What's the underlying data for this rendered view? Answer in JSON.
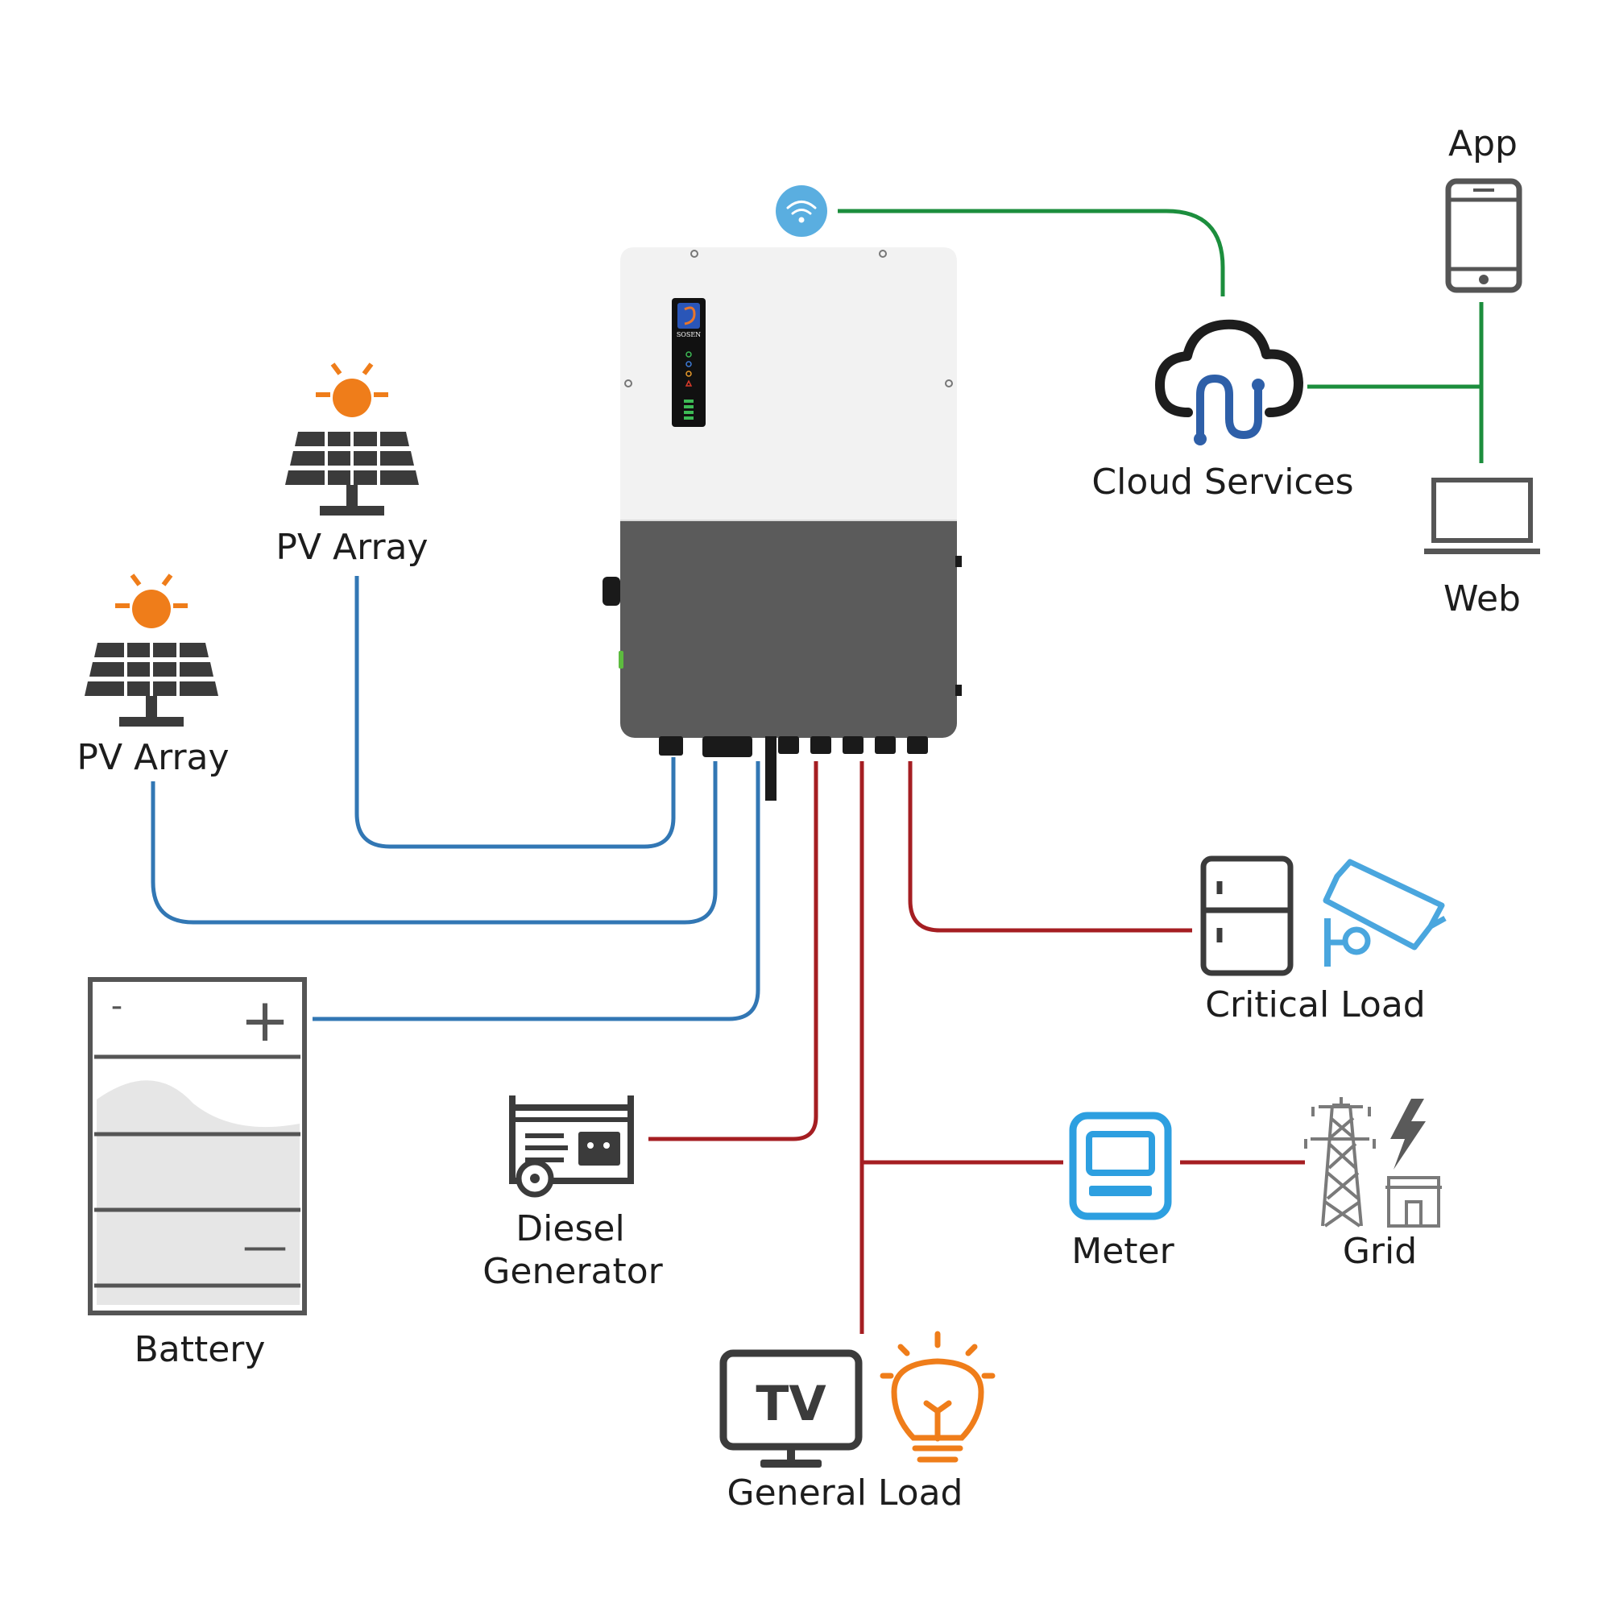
{
  "labels": {
    "pv_array_1": "PV Array",
    "pv_array_2": "PV Array",
    "battery": "Battery",
    "diesel_line1": "Diesel",
    "diesel_line2": "Generator",
    "general_load": "General Load",
    "critical_load": "Critical Load",
    "meter": "Meter",
    "grid": "Grid",
    "cloud_services": "Cloud Services",
    "app": "App",
    "web": "Web"
  },
  "inverter": {
    "brand": "SOSEN"
  },
  "tv_icon_text": "TV",
  "battery_terminals": {
    "minus_top": "-",
    "plus": "+",
    "minus": "—"
  },
  "colors": {
    "dc_line": "#3277b4",
    "ac_line": "#a51e22",
    "network_line": "#1c8e3d",
    "wifi_badge": "#5aaee0",
    "sun": "#ef7d1a",
    "icon_dark": "#3b3b3b",
    "meter_blue": "#2d9fe0",
    "camera_blue": "#4aa6de",
    "cloud_blue": "#2e5fa8",
    "inverter_body_top": "#f2f2f2",
    "inverter_body_bottom": "#5b5b5b"
  },
  "icons": {
    "wifi": "wifi-icon",
    "solar_panel": "solar-panel-icon",
    "battery": "battery-icon",
    "generator": "generator-icon",
    "tv": "tv-icon",
    "bulb": "light-bulb-icon",
    "fridge": "fridge-icon",
    "camera": "security-camera-icon",
    "meter": "meter-icon",
    "tower": "transmission-tower-icon",
    "lightning": "lightning-icon",
    "building": "building-icon",
    "cloud": "cloud-icon",
    "phone": "smartphone-icon",
    "laptop": "laptop-icon"
  }
}
